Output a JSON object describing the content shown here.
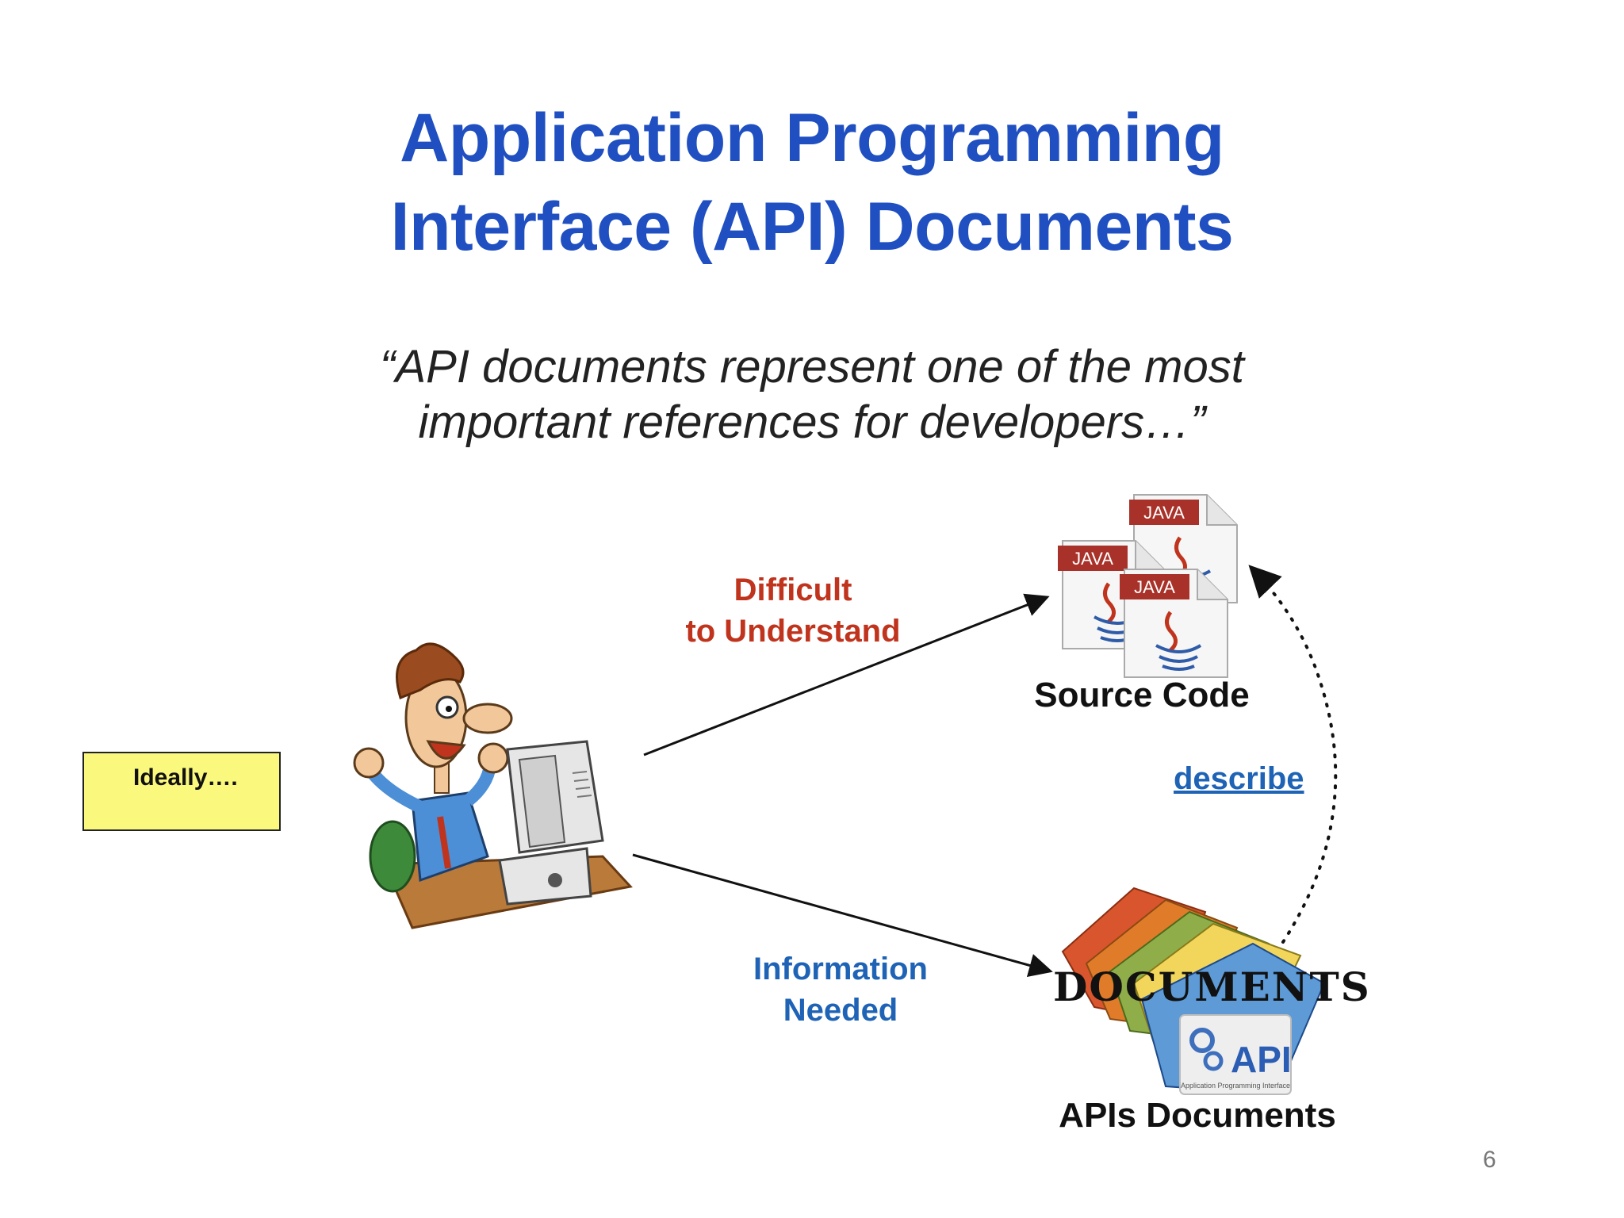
{
  "slide": {
    "title_line1": "Application Programming",
    "title_line2": "Interface (API) Documents",
    "quote_line1": "“API documents represent one of the most",
    "quote_line2": "important references for developers…”",
    "page_number": "6"
  },
  "diagram": {
    "callout": "Ideally….",
    "edge_top_label_line1": "Difficult",
    "edge_top_label_line2": "to Understand",
    "edge_bottom_label_line1": "Information",
    "edge_bottom_label_line2": "Needed",
    "edge_right_label": "describe",
    "source_node_label": "Source Code",
    "docs_node_label": "APIs Documents",
    "java_badge": "JAVA",
    "documents_banner": "DOCUMENTS",
    "api_badge": "API",
    "api_badge_caption": "Application Programming Interface"
  },
  "colors": {
    "title": "#1f4fc1",
    "difficult": "#c0341d",
    "info": "#1e63b5",
    "callout_bg": "#fbf97d"
  }
}
